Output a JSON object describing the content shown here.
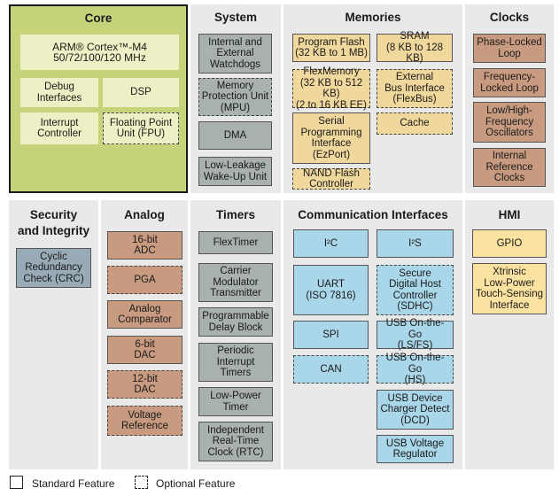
{
  "core": {
    "title": "Core",
    "arm": "ARM® Cortex™-M4\n50/72/100/120 MHz",
    "debug": "Debug\nInterfaces",
    "dsp": "DSP",
    "interrupt": "Interrupt\nController",
    "fpu": "Floating Point\nUnit (FPU)"
  },
  "system": {
    "title": "System",
    "items": [
      "Internal and\nExternal\nWatchdogs",
      "Memory\nProtection Unit\n(MPU)",
      "DMA",
      "Low-Leakage\nWake-Up Unit"
    ]
  },
  "memories": {
    "title": "Memories",
    "items": [
      "Program Flash\n(32 KB to 1 MB)",
      "SRAM\n(8 KB to 128 KB)",
      "FlexMemory\n(32 KB to 512 KB)\n(2 to 16 KB EE)",
      "External\nBus Interface\n(FlexBus)",
      "Serial\nProgramming\nInterface\n(EzPort)",
      "Cache",
      "NAND Flash\nController"
    ]
  },
  "clocks": {
    "title": "Clocks",
    "items": [
      "Phase-Locked\nLoop",
      "Frequency-\nLocked Loop",
      "Low/High-\nFrequency\nOscillators",
      "Internal\nReference\nClocks"
    ]
  },
  "security": {
    "title": "Security\nand Integrity",
    "items": [
      "Cyclic\nRedundancy\nCheck (CRC)"
    ]
  },
  "analog": {
    "title": "Analog",
    "items": [
      "16-bit\nADC",
      "PGA",
      "Analog\nComparator",
      "6-bit\nDAC",
      "12-bit\nDAC",
      "Voltage\nReference"
    ]
  },
  "timers": {
    "title": "Timers",
    "items": [
      "FlexTimer",
      "Carrier\nModulator\nTransmitter",
      "Programmable\nDelay Block",
      "Periodic\nInterrupt\nTimers",
      "Low-Power\nTimer",
      "Independent\nReal-Time\nClock (RTC)"
    ]
  },
  "comm": {
    "title": "Communication Interfaces",
    "items": [
      "I²C",
      "I²S",
      "UART\n(ISO 7816)",
      "Secure\nDigital Host\nController\n(SDHC)",
      "SPI",
      "USB On-the-Go\n(LS/FS)",
      "CAN",
      "USB On-the-Go\n(HS)",
      "USB Device\nCharger Detect\n(DCD)",
      "USB Voltage\nRegulator"
    ]
  },
  "hmi": {
    "title": "HMI",
    "items": [
      "GPIO",
      "Xtrinsic\nLow-Power\nTouch-Sensing\nInterface"
    ]
  },
  "legend": {
    "standard": "Standard Feature",
    "optional": "Optional Feature"
  }
}
